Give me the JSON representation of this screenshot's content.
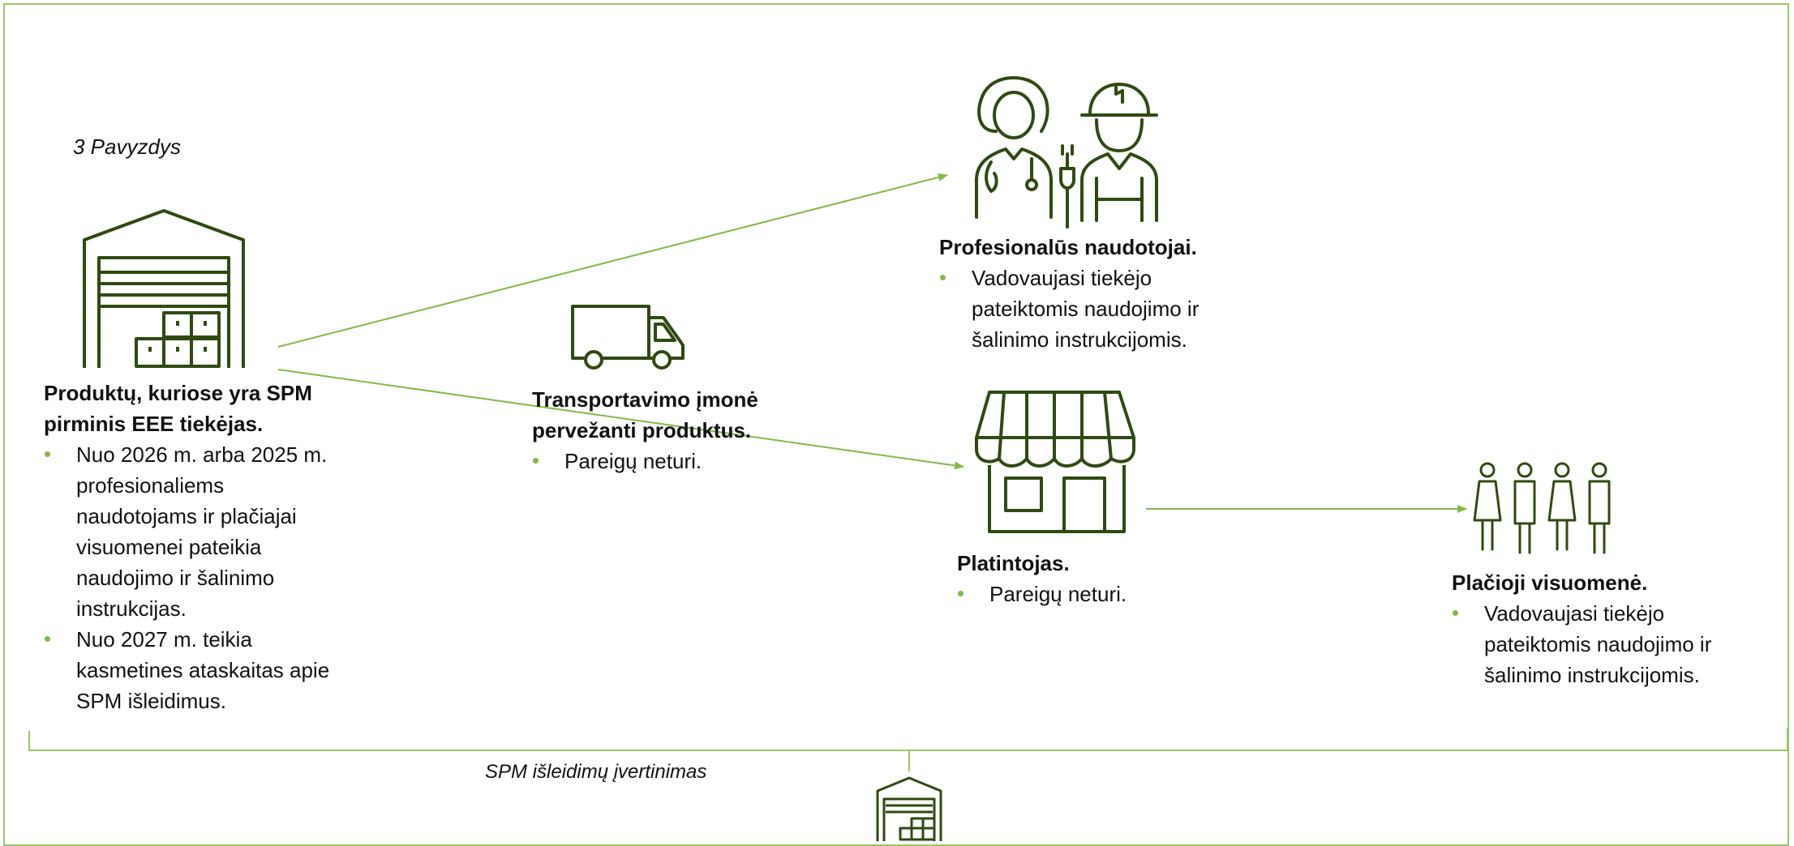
{
  "example_label": "3 Pavyzdys",
  "nodes": {
    "supplier": {
      "title": "Produktų, kuriose yra SPM pirminis EEE tiekėjas.",
      "bullets": [
        "Nuo 2026 m. arba 2025 m. profesionaliems naudotojams ir plačiajai visuomenei pateikia naudojimo ir šalinimo instrukcijas.",
        "Nuo 2027 m. teikia kasmetines ataskaitas apie SPM išleidimus."
      ]
    },
    "transport": {
      "title": "Transportavimo įmonė pervežanti produktus.",
      "bullets": [
        "Pareigų neturi."
      ]
    },
    "professional": {
      "title": "Profesionalūs naudotojai.",
      "bullets": [
        "Vadovaujasi tiekėjo pateiktomis naudojimo ir šalinimo instrukcijomis."
      ]
    },
    "distributor": {
      "title": "Platintojas.",
      "bullets": [
        "Pareigų neturi."
      ]
    },
    "public": {
      "title": "Plačioji visuomenė.",
      "bullets": [
        "Vadovaujasi tiekėjo pateiktomis naudojimo ir šalinimo instrukcijomis."
      ]
    }
  },
  "bottom_label": "SPM išleidimų įvertinimas",
  "icons": [
    "warehouse-icon",
    "truck-icon",
    "professionals-icon",
    "store-icon",
    "people-icon",
    "warehouse-small-icon"
  ],
  "colors": {
    "stroke": "#2f4a12",
    "accent": "#86b84a",
    "frame": "#9dc36a"
  }
}
